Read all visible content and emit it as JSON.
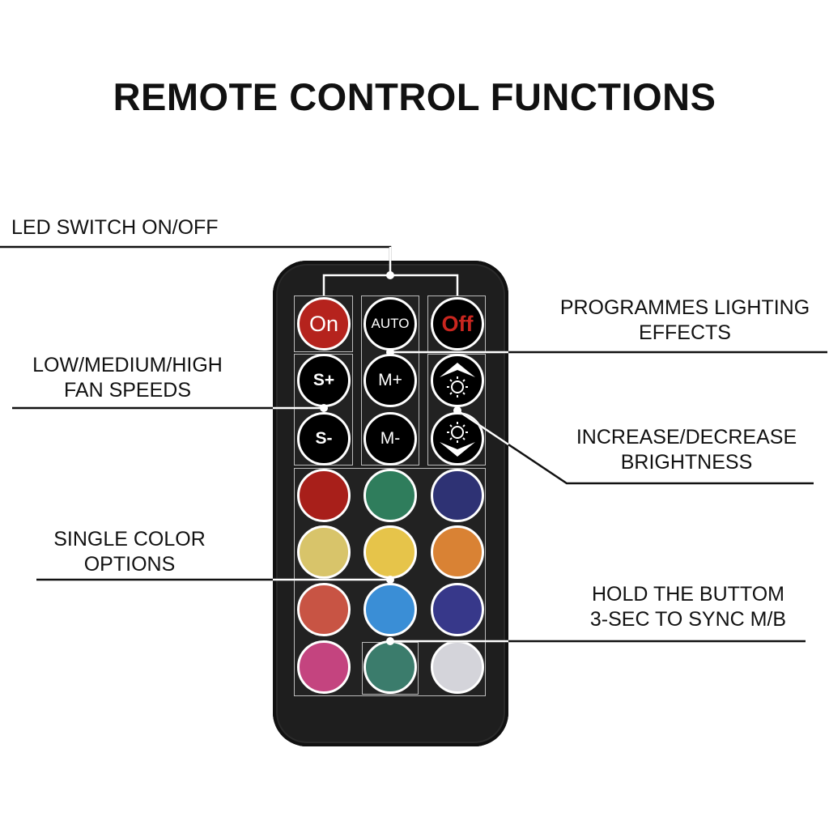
{
  "title": "REMOTE CONTROL FUNCTIONS",
  "labels": {
    "led_switch": "LED SWITCH ON/OFF",
    "programmes_1": "PROGRAMMES LIGHTING",
    "programmes_2": "EFFECTS",
    "fan_1": "LOW/MEDIUM/HIGH",
    "fan_2": "FAN SPEEDS",
    "brightness_1": "INCREASE/DECREASE",
    "brightness_2": "BRIGHTNESS",
    "single_color_1": "SINGLE COLOR",
    "single_color_2": "OPTIONS",
    "sync_1": "HOLD THE BUTTOM",
    "sync_2": "3-SEC TO SYNC M/B"
  },
  "buttons": {
    "on": "On",
    "auto": "AUTO",
    "off": "Off",
    "speed_up": "S+",
    "speed_down": "S-",
    "mode_up": "M+",
    "mode_down": "M-",
    "brightness_up_icon": "sun-up-icon",
    "brightness_down_icon": "sun-down-icon"
  },
  "colors": {
    "on_button": "#b5231d",
    "off_text": "#c9261f",
    "swatches": [
      "#a81f1a",
      "#2f7d5c",
      "#2e3274",
      "#d8c46a",
      "#e6c44a",
      "#d98234",
      "#c85444",
      "#3a8ed6",
      "#37388a",
      "#c4447f",
      "#3b7c6c",
      "#d4d4da"
    ]
  }
}
